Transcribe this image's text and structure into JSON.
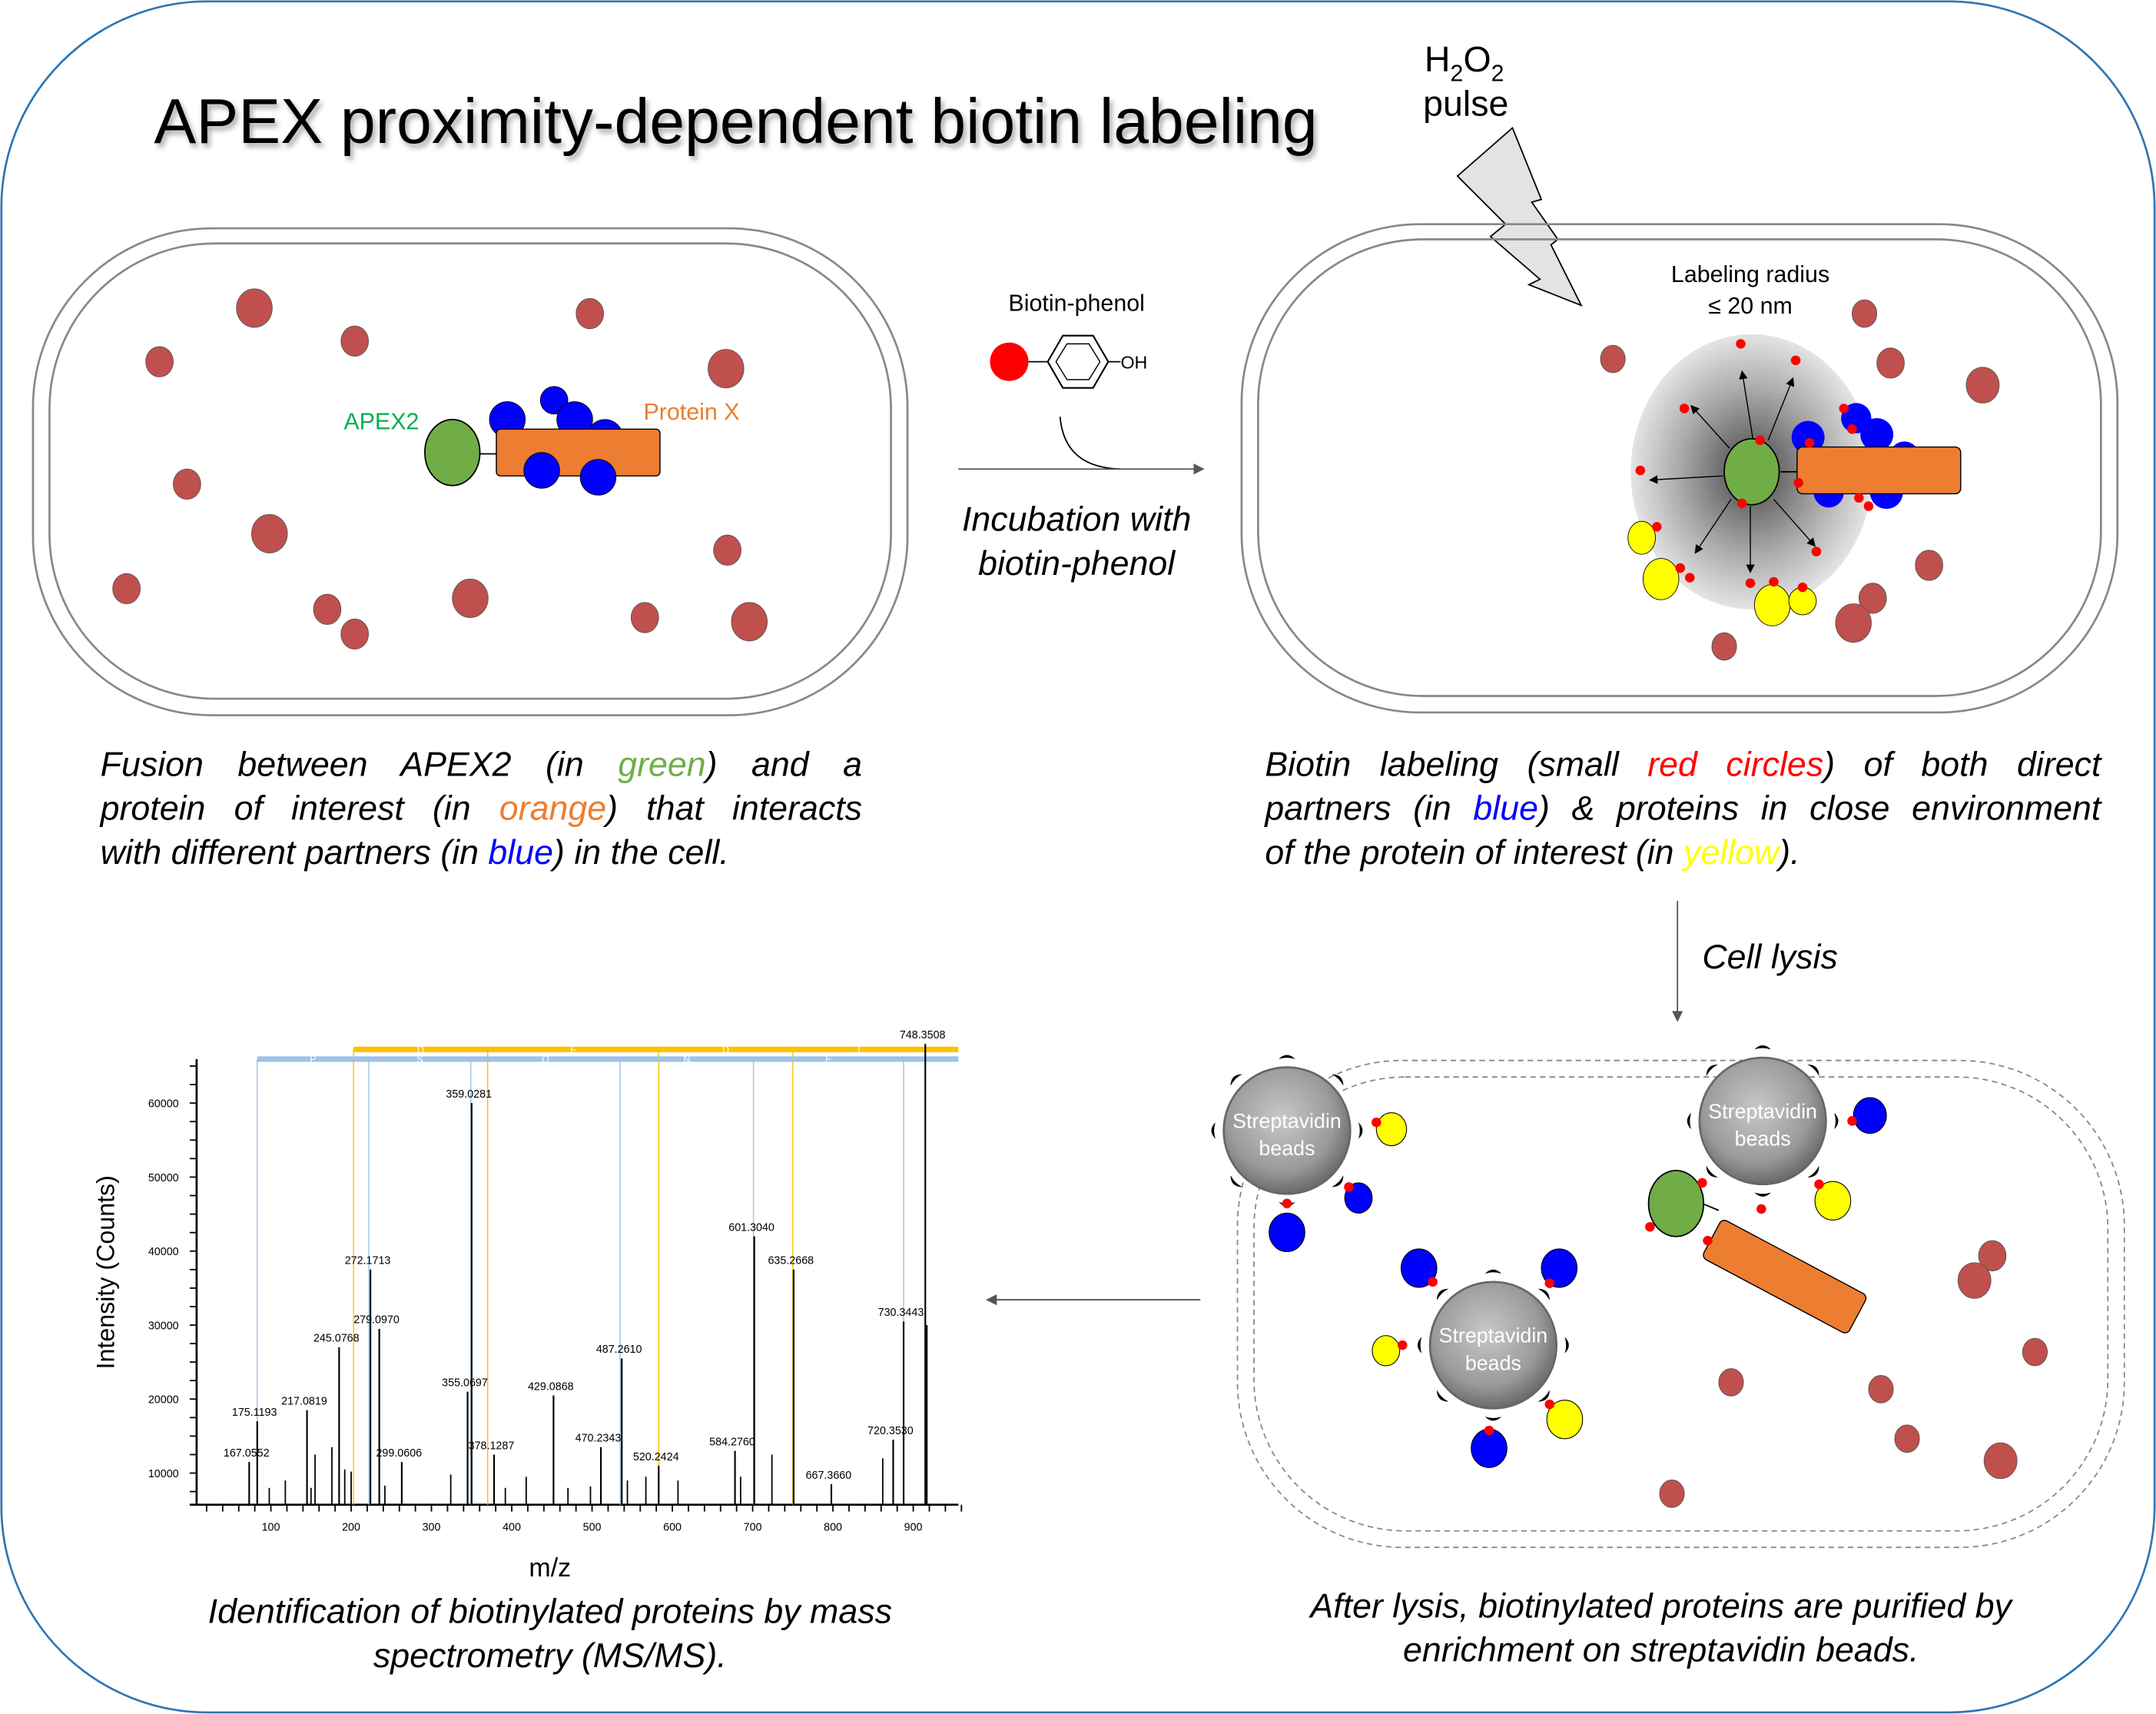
{
  "title": "APEX proximity-dependent biotin labeling",
  "h2o2": {
    "h": "H",
    "sub1": "2",
    "o": "O",
    "sub2": "2",
    "pulse": "pulse"
  },
  "step1": {
    "apex_label": "APEX2",
    "protein_label": "Protein X",
    "caption_lines": [
      [
        {
          "text": "Fusion between APEX2 (in ",
          "color": "#000000"
        },
        {
          "text": "green",
          "color": "#70ad47"
        },
        {
          "text": ") and a",
          "color": "#000000"
        }
      ],
      [
        {
          "text": "protein of interest (in ",
          "color": "#000000"
        },
        {
          "text": "orange",
          "color": "#ed7d31"
        },
        {
          "text": ") that interacts",
          "color": "#000000"
        }
      ],
      [
        {
          "text": "with different partners (in ",
          "color": "#000000"
        },
        {
          "text": "blue",
          "color": "#0000ff"
        },
        {
          "text": ") in the cell.",
          "color": "#000000"
        }
      ]
    ]
  },
  "incubation": {
    "reagent": "Biotin-phenol",
    "oh": "OH",
    "line1": "Incubation with",
    "line2": "biotin-phenol"
  },
  "step2": {
    "radius_line1": "Labeling radius",
    "radius_line2": "≤ 20 nm",
    "caption_lines": [
      [
        {
          "text": "Biotin labeling (small ",
          "color": "#000000"
        },
        {
          "text": "red circles",
          "color": "#ff0000"
        },
        {
          "text": ") of both direct",
          "color": "#000000"
        }
      ],
      [
        {
          "text": "partners (in ",
          "color": "#000000"
        },
        {
          "text": "blue",
          "color": "#0000ff"
        },
        {
          "text": ") & proteins in close environment",
          "color": "#000000"
        }
      ],
      [
        {
          "text": "of the protein of interest (in ",
          "color": "#000000"
        },
        {
          "text": "yellow",
          "color": "#ffff00"
        },
        {
          "text": ").",
          "color": "#000000"
        }
      ]
    ]
  },
  "lysis": {
    "label": "Cell lysis"
  },
  "step3": {
    "bead_label_line1": "Streptavidin",
    "bead_label_line2": "beads",
    "caption_line1": "After lysis, biotinylated proteins are purified by",
    "caption_line2": "enrichment on streptavidin beads."
  },
  "step4": {
    "caption_line1": "Identification of biotinylated proteins by mass",
    "caption_line2": "spectrometry (MS/MS)."
  },
  "colors": {
    "apex": "#70ad47",
    "protein": "#ed7d31",
    "partner": "#0000ff",
    "neighbor": "#ffff00",
    "biotin": "#ff0000",
    "background_protein": "#c0504d",
    "frame": "#2e75b6",
    "b_ions": "#ffc000",
    "y_ions": "#9dc3e6"
  },
  "chart_data": {
    "type": "bar",
    "xlabel": "m/z",
    "ylabel": "Intensity (Counts)",
    "xlim": [
      0,
      960
    ],
    "ylim": [
      5700,
      66000
    ],
    "x_ticks": [
      100,
      200,
      300,
      400,
      500,
      600,
      700,
      800,
      900
    ],
    "y_ticks": [
      10000,
      20000,
      30000,
      40000,
      50000,
      60000
    ],
    "grid": false,
    "peaks": [
      {
        "x": 73,
        "y": 11500,
        "label": "167.0552"
      },
      {
        "x": 83,
        "y": 17000,
        "label": "175.1193"
      },
      {
        "x": 145,
        "y": 18500,
        "label": "217.0819"
      },
      {
        "x": 185,
        "y": 27000,
        "label": "245.0768"
      },
      {
        "x": 224,
        "y": 37500,
        "label": "272.1713"
      },
      {
        "x": 235,
        "y": 29500,
        "label": "279.0970"
      },
      {
        "x": 263,
        "y": 11500,
        "label": "299.0606"
      },
      {
        "x": 345,
        "y": 21000,
        "label": "355.0697"
      },
      {
        "x": 350,
        "y": 60000,
        "label": "359.0281"
      },
      {
        "x": 378,
        "y": 12500,
        "label": "378.1287"
      },
      {
        "x": 452,
        "y": 20500,
        "label": "429.0868"
      },
      {
        "x": 511,
        "y": 13500,
        "label": "470.2343"
      },
      {
        "x": 537,
        "y": 25500,
        "label": "487.2610"
      },
      {
        "x": 583,
        "y": 11000,
        "label": "520.2424"
      },
      {
        "x": 678,
        "y": 13000,
        "label": "584.2760"
      },
      {
        "x": 702,
        "y": 42000,
        "label": "601.3040"
      },
      {
        "x": 751,
        "y": 37500,
        "label": "635.2668"
      },
      {
        "x": 798,
        "y": 8500,
        "label": "667.3660"
      },
      {
        "x": 875,
        "y": 14500,
        "label": "720.3530"
      },
      {
        "x": 888,
        "y": 30500,
        "label": "730.3443"
      },
      {
        "x": 915,
        "y": 68000,
        "label": "748.3508"
      }
    ],
    "minor_peaks": [
      {
        "x": 98,
        "y": 8000
      },
      {
        "x": 118,
        "y": 9000
      },
      {
        "x": 150,
        "y": 8000
      },
      {
        "x": 155,
        "y": 12500
      },
      {
        "x": 176,
        "y": 13500
      },
      {
        "x": 192,
        "y": 10500
      },
      {
        "x": 200,
        "y": 10200
      },
      {
        "x": 242,
        "y": 8300
      },
      {
        "x": 324,
        "y": 9800
      },
      {
        "x": 392,
        "y": 8000
      },
      {
        "x": 418,
        "y": 9500
      },
      {
        "x": 470,
        "y": 8000
      },
      {
        "x": 498,
        "y": 8200
      },
      {
        "x": 544,
        "y": 9000
      },
      {
        "x": 567,
        "y": 9500
      },
      {
        "x": 607,
        "y": 9000
      },
      {
        "x": 685,
        "y": 9500
      },
      {
        "x": 724,
        "y": 12500
      },
      {
        "x": 862,
        "y": 12000
      },
      {
        "x": 917,
        "y": 30000
      }
    ],
    "b_ion_series": {
      "residues": [
        "D",
        "F",
        "D",
        "I"
      ],
      "positions": [
        203,
        370,
        583,
        750,
        915
      ]
    },
    "y_ion_series": {
      "residues": [
        "P",
        "S",
        "Q",
        "N",
        "E"
      ],
      "positions": [
        83,
        222,
        349,
        535,
        701,
        888
      ]
    }
  }
}
